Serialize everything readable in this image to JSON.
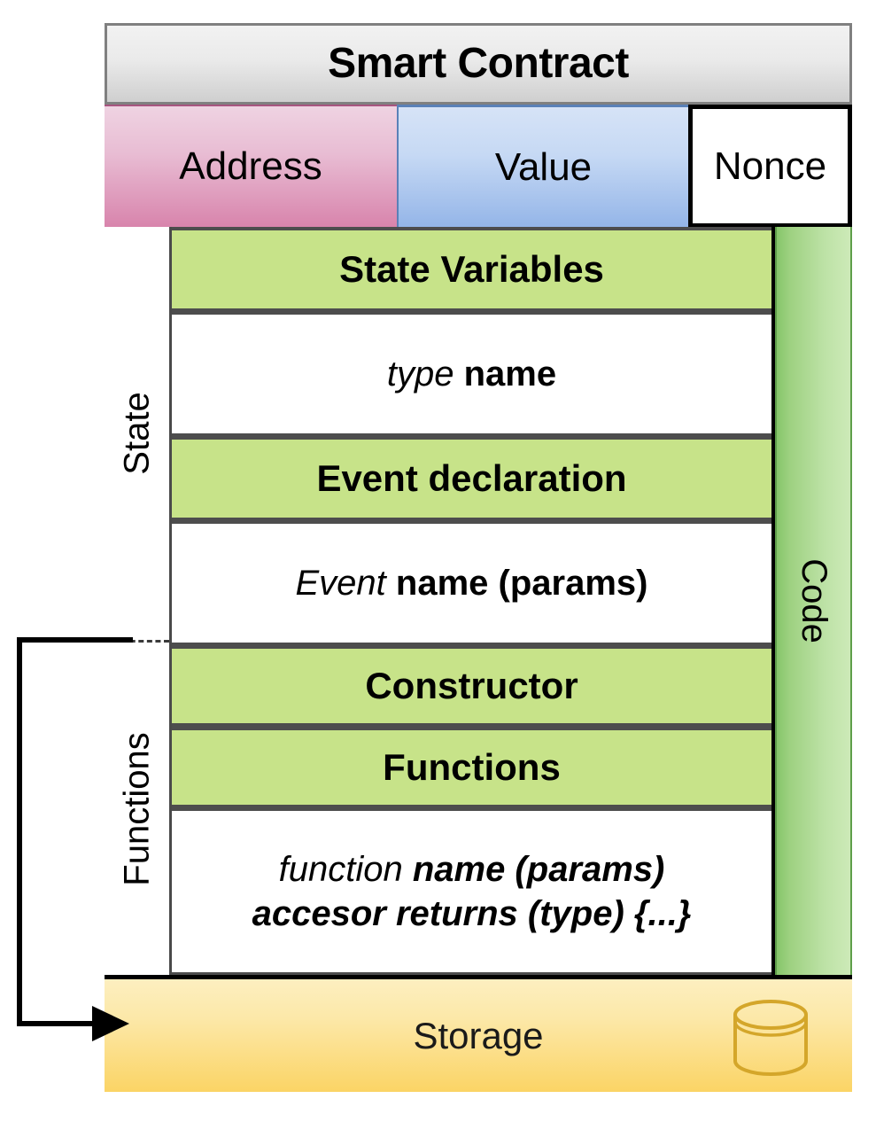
{
  "diagram": {
    "title": "Smart Contract",
    "header": {
      "label": "Smart Contract"
    },
    "attributes": [
      {
        "label": "Address",
        "color": "#d884ac"
      },
      {
        "label": "Value",
        "color": "#94b5e8"
      },
      {
        "label": "Nonce",
        "color": "#ffffff"
      }
    ],
    "group_labels": {
      "state": "State",
      "functions": "Functions",
      "code": "Code"
    },
    "rows": [
      {
        "name": "state-variables",
        "label": "State Variables",
        "style": "green-bold"
      },
      {
        "name": "type-name",
        "parts": [
          {
            "text": "type",
            "style": "italic"
          },
          {
            "text": "name",
            "style": "bold"
          }
        ],
        "style": "white"
      },
      {
        "name": "event-declaration",
        "label": "Event declaration",
        "style": "green-bold"
      },
      {
        "name": "event-name",
        "parts": [
          {
            "text": "Event",
            "style": "italic"
          },
          {
            "text": "name (params)",
            "style": "bold"
          }
        ],
        "style": "white"
      },
      {
        "name": "constructor",
        "label": "Constructor",
        "style": "green-bold"
      },
      {
        "name": "functions",
        "label": "Functions",
        "style": "green-bold"
      },
      {
        "name": "function-signature",
        "lines": [
          [
            {
              "text": "function",
              "style": "italic"
            },
            {
              "text": "name (params)",
              "style": "bold-italic"
            }
          ],
          [
            {
              "text": "accesor returns (type) {...}",
              "style": "bold-italic"
            }
          ]
        ],
        "style": "white"
      }
    ],
    "storage": {
      "label": "Storage",
      "icon": "database-cylinder-icon",
      "color": "#fbd465"
    },
    "arrow": {
      "name": "functions-to-storage-arrow",
      "from": "Functions",
      "to": "Storage"
    },
    "colors": {
      "header_gray": "#cfcfcf",
      "address_pink": "#d884ac",
      "value_blue": "#94b5e8",
      "nonce_white": "#ffffff",
      "row_green": "#c7e389",
      "code_green": "#9ed181",
      "storage_yellow": "#fbd465",
      "border_black": "#000000"
    }
  }
}
